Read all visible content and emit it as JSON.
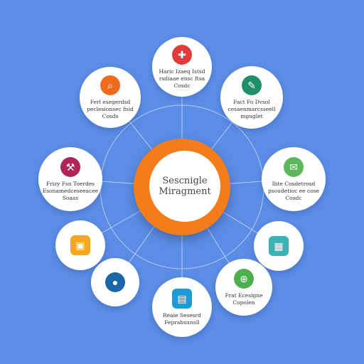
{
  "center": {
    "title": "Sescnigle\nMiragment",
    "color": "#f47c1a"
  },
  "nodes": [
    {
      "label": "Haric Izaeq Istsd\nrsdiaae ensc ftsa\nCosdc",
      "icon": "puzzle-icon",
      "glyph": "✚",
      "color": "#e03c3c"
    },
    {
      "label": "Fact Fo Dvsol\ncesaenmarcsseell\nmguglet",
      "icon": "tools-icon",
      "glyph": "✎",
      "color": "#1e8f6a"
    },
    {
      "label": "Ibte Cosdetrosd\npsoudetioc ee cose\nCosdc",
      "icon": "chat-icon",
      "glyph": "✉",
      "color": "#5cb85c"
    },
    {
      "label": "",
      "icon": "grid-icon",
      "glyph": "▦",
      "color": "#3bb3b3",
      "square": true
    },
    {
      "label": "Frat Ecesigne\nCopolen",
      "icon": "lock-icon",
      "glyph": "⊕",
      "color": "#4caf50"
    },
    {
      "label": "Reaie Sesesrd\nFeprabuxnsll",
      "icon": "document-icon",
      "glyph": "▤",
      "color": "#1e9bd7",
      "square": true
    },
    {
      "label": "",
      "icon": "user-icon",
      "glyph": "●",
      "color": "#1a66a8"
    },
    {
      "label": "",
      "icon": "apps-icon",
      "glyph": "▣",
      "color": "#f5a623",
      "square": true
    },
    {
      "label": "Frizy Fsn Toerdes\nEsonamedceseeacee\nSoaas",
      "icon": "wrench-icon",
      "glyph": "⚒",
      "color": "#b0245a"
    },
    {
      "label": "Ferl esegerdsd\npeclesionsec fnid\nCosds",
      "icon": "search-icon",
      "glyph": "⌕",
      "color": "#f06a1e"
    }
  ]
}
